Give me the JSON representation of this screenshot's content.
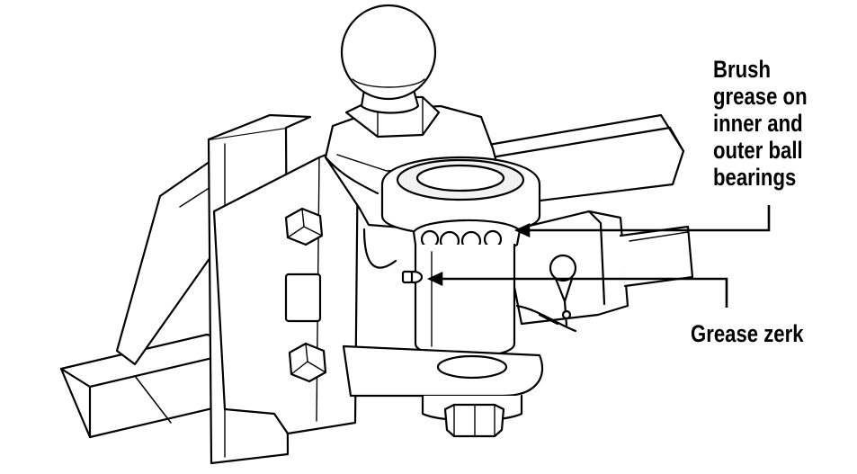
{
  "callouts": {
    "brush": {
      "lines": [
        "Brush",
        "grease on",
        "inner and",
        "outer ball",
        "bearings"
      ]
    },
    "zerk": {
      "text": "Grease zerk"
    }
  },
  "colors": {
    "line": "#000000",
    "fill": "#ffffff",
    "shade": "#f2f2f2"
  }
}
